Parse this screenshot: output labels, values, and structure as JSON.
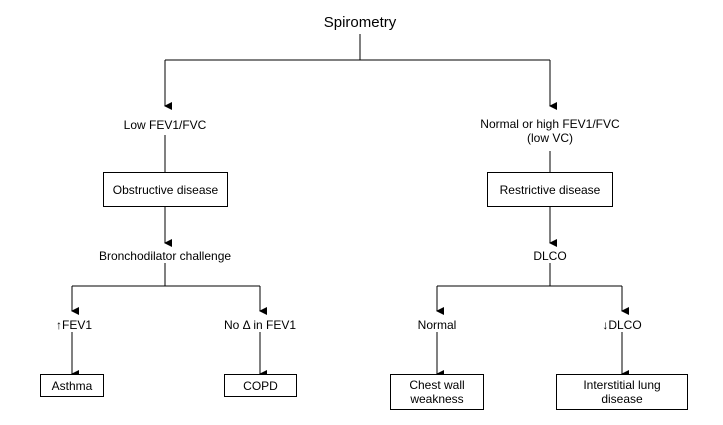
{
  "title": "Spirometry",
  "left": {
    "result": "Low FEV1/FVC",
    "disease": "Obstructive disease",
    "test": "Bronchodilator challenge",
    "branch_a": {
      "finding": "↑FEV1",
      "dx": "Asthma"
    },
    "branch_b": {
      "finding": "No Δ in FEV1",
      "dx": "COPD"
    }
  },
  "right": {
    "result_line1": "Normal or high FEV1/FVC",
    "result_line2": "(low VC)",
    "disease": "Restrictive disease",
    "test": "DLCO",
    "branch_a": {
      "finding": "Normal",
      "dx_line1": "Chest wall",
      "dx_line2": "weakness"
    },
    "branch_b": {
      "finding": "↓DLCO",
      "dx_line1": "Interstitial lung",
      "dx_line2": "disease"
    }
  }
}
